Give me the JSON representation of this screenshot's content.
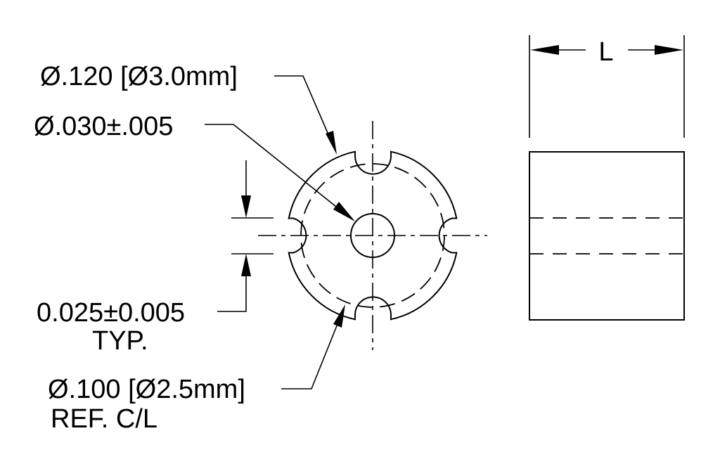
{
  "title": "Slotted spacer / bushing dimensional drawing",
  "labels": {
    "outer_diameter": "Ø.120 [Ø3.0mm]",
    "hole_diameter": "Ø.030±.005",
    "slot_width_line1": "0.025±0.005",
    "slot_width_line2": "TYP.",
    "ref_circle_line1": "Ø.100 [Ø2.5mm]",
    "ref_circle_line2": "REF. C/L",
    "length": "L"
  },
  "views": {
    "front_view": {
      "description": "End view: circle with four semicircular notches, central through-hole, dashed reference circle, center lines",
      "notch_count": 4
    },
    "side_view": {
      "description": "Rectangular side view with two hidden (dashed) lines for through-hole and length dimension L"
    }
  },
  "colors": {
    "line": "#000000",
    "background": "#ffffff"
  }
}
